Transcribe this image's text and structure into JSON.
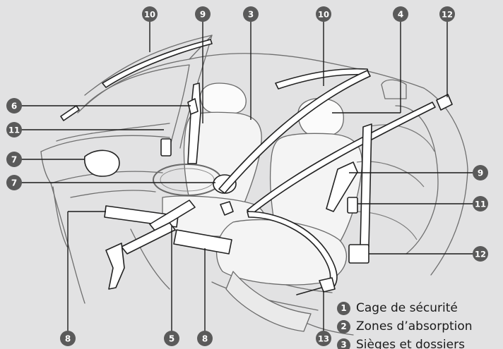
{
  "callouts": {
    "c10a": "10",
    "c9a": "9",
    "c3": "3",
    "c10b": "10",
    "c4": "4",
    "c12a": "12",
    "c6": "6",
    "c11a": "11",
    "c7a": "7",
    "c7b": "7",
    "c9b": "9",
    "c11b": "11",
    "c12b": "12",
    "c8a": "8",
    "c5": "5",
    "c8b": "8",
    "c13": "13"
  },
  "legend": [
    {
      "num": "1",
      "label": "Cage de sécurité"
    },
    {
      "num": "2",
      "label": "Zones d’absorption"
    },
    {
      "num": "3",
      "label": "Sièges et dossiers"
    }
  ],
  "colors": {
    "background": "#e2e2e3",
    "badge": "#5a5a5a",
    "line": "#1a1a1a",
    "component": "#ffffff"
  }
}
